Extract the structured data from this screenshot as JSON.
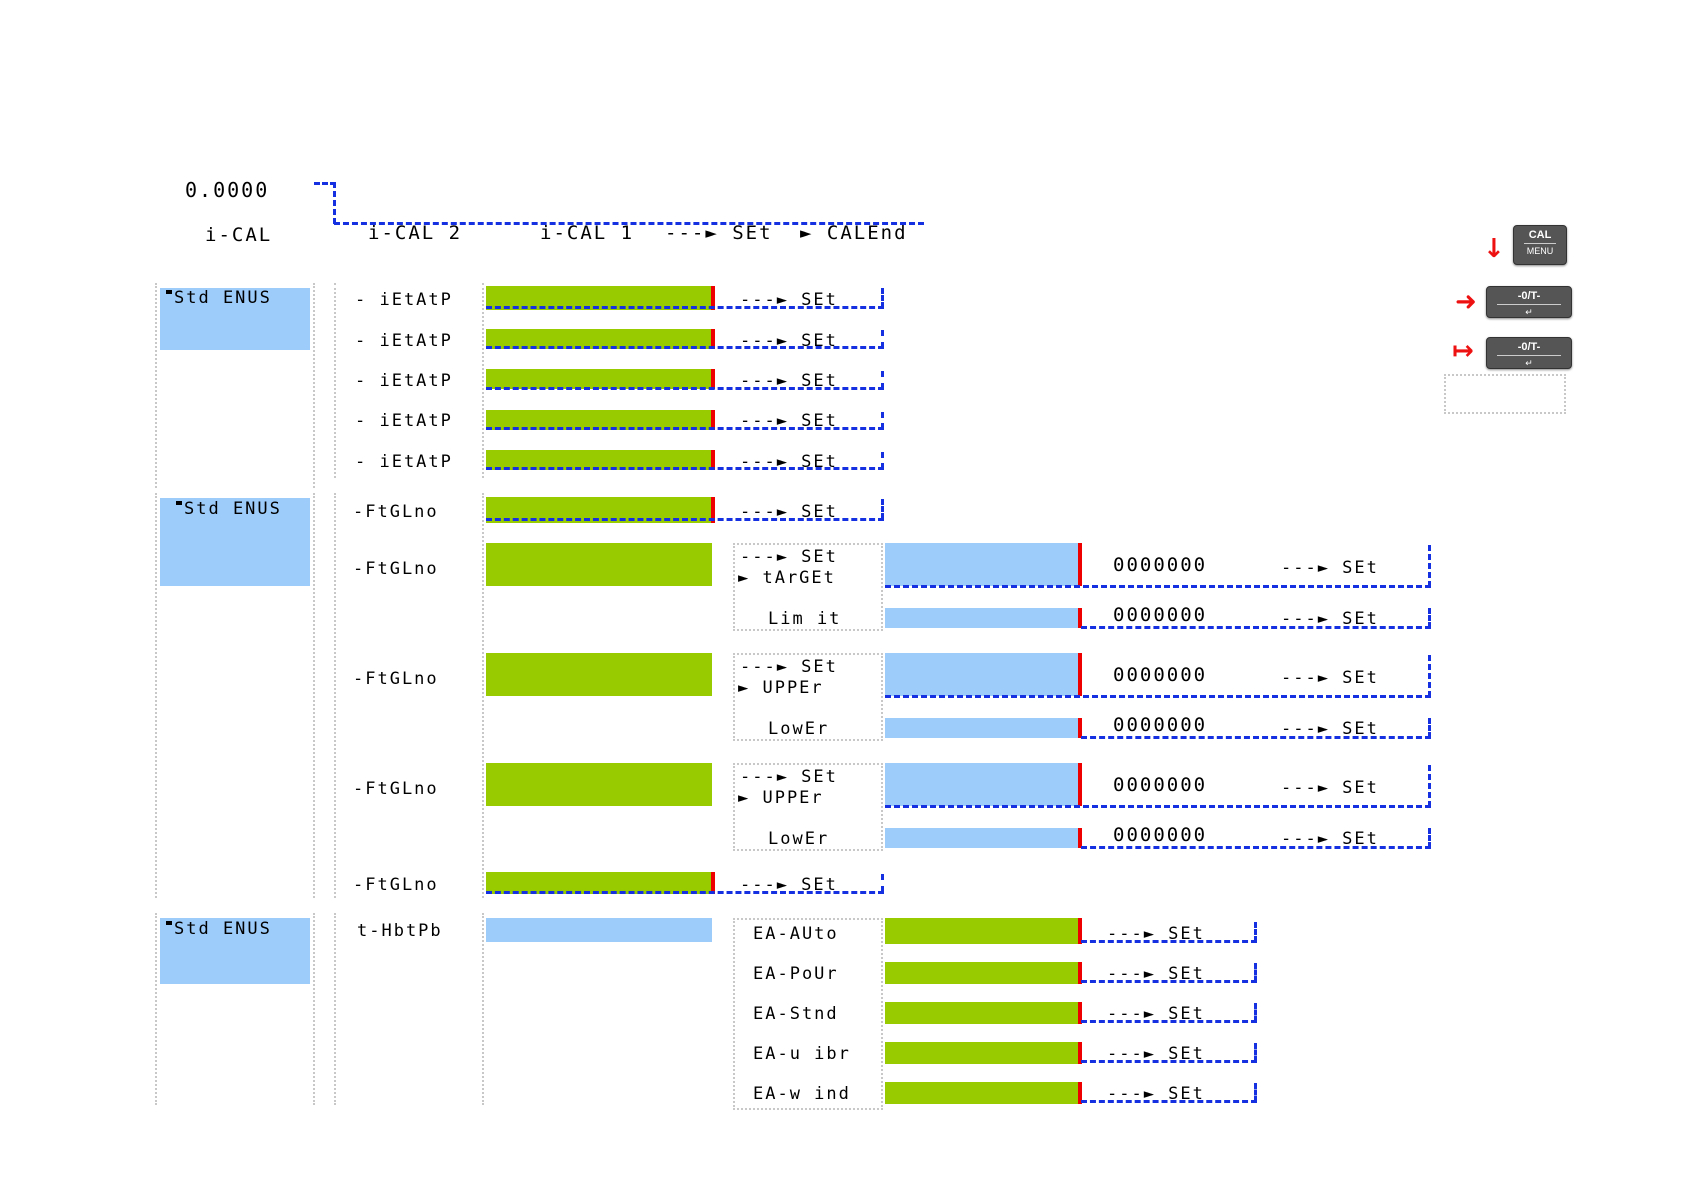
{
  "header": {
    "display_value": "0.0000",
    "mode_label": "i-CAL",
    "cal2": "i-CAL 2",
    "cal1": "i-CAL 1",
    "arrow_set": "---► SEt",
    "calend": "► CALEnd"
  },
  "groups": [
    {
      "label": "Std ENUS"
    },
    {
      "label": "Std ENUS"
    },
    {
      "label": "Std ENUS"
    }
  ],
  "group1_rows": [
    {
      "label": "- iEtAtP",
      "action": "---► SEt"
    },
    {
      "label": "- iEtAtP",
      "action": "---► SEt"
    },
    {
      "label": "- iEtAtP",
      "action": "---► SEt"
    },
    {
      "label": "- iEtAtP",
      "action": "---► SEt"
    },
    {
      "label": "- iEtAtP",
      "action": "---► SEt"
    }
  ],
  "group2_rows": [
    {
      "label": "-FtGLno",
      "action": "---► SEt"
    },
    {
      "label": "-FtGLno"
    },
    {
      "label": "-FtGLno"
    },
    {
      "label": "-FtGLno"
    },
    {
      "label": "-FtGLno",
      "action": "---► SEt"
    }
  ],
  "sub_blocks": [
    {
      "set": "---► SEt",
      "first": "► tArGEt",
      "second": "Lim it",
      "value1": "0000000",
      "value2": "0000000",
      "action": "---► SEt"
    },
    {
      "set": "---► SEt",
      "first": "► UPPEr",
      "second": "LowEr",
      "value1": "0000000",
      "value2": "0000000",
      "action": "---► SEt"
    },
    {
      "set": "---► SEt",
      "first": "► UPPEr",
      "second": "LowEr",
      "value1": "0000000",
      "value2": "0000000",
      "action": "---► SEt"
    }
  ],
  "group3": {
    "label": "t-HbtPb",
    "rows": [
      {
        "label": "EA-AUto",
        "action": "---► SEt"
      },
      {
        "label": "EA-PoUr",
        "action": "---► SEt"
      },
      {
        "label": "EA-Stnd",
        "action": "---► SEt"
      },
      {
        "label": "EA-u ibr",
        "action": "---► SEt"
      },
      {
        "label": "EA-w ind",
        "action": "---► SEt"
      }
    ]
  },
  "legend": {
    "key1_top": "CAL",
    "key1_bottom": "MENU",
    "key2_top": "-0/T-",
    "key2_bottom": "↵",
    "key3_top": "-0/T-",
    "key3_bottom": "↵",
    "arrow1_icon": "arrow-down-icon",
    "arrow2_icon": "arrow-right-icon",
    "arrow3_icon": "arrow-right-bar-icon"
  },
  "colors": {
    "green": "#99cc00",
    "blue": "#9dcbfa",
    "red": "#ee0000",
    "dash": "#1530e0"
  }
}
